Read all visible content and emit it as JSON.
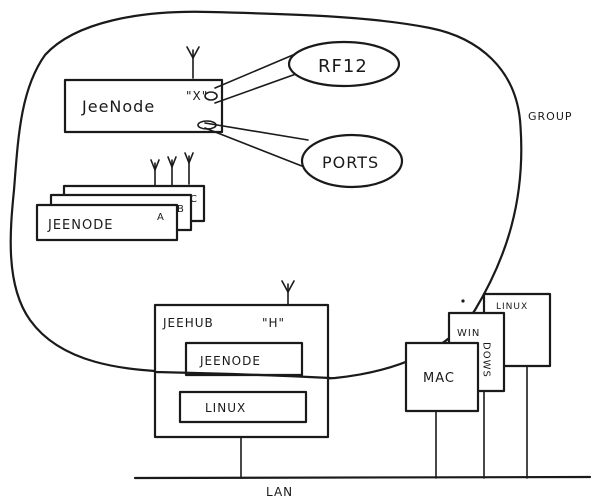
{
  "cloud_label": "GROUP",
  "node_x": {
    "label": "JeeNode",
    "tag": "\"X\""
  },
  "bubble_rf": {
    "label": "RF12"
  },
  "bubble_ports": {
    "label": "PORTS"
  },
  "node_stack": {
    "label": "JEENODE",
    "tag_a": "A",
    "tag_b": "B",
    "tag_c": "C"
  },
  "hub": {
    "label": "JEEHUB",
    "tag": "\"H\"",
    "inner_top": "JEENODE",
    "inner_bottom": "LINUX"
  },
  "machines": {
    "mac": "MAC",
    "windows_top": "WIN",
    "windows_side": "DOWS",
    "linux": "LINUX"
  },
  "lan_label": "LAN"
}
